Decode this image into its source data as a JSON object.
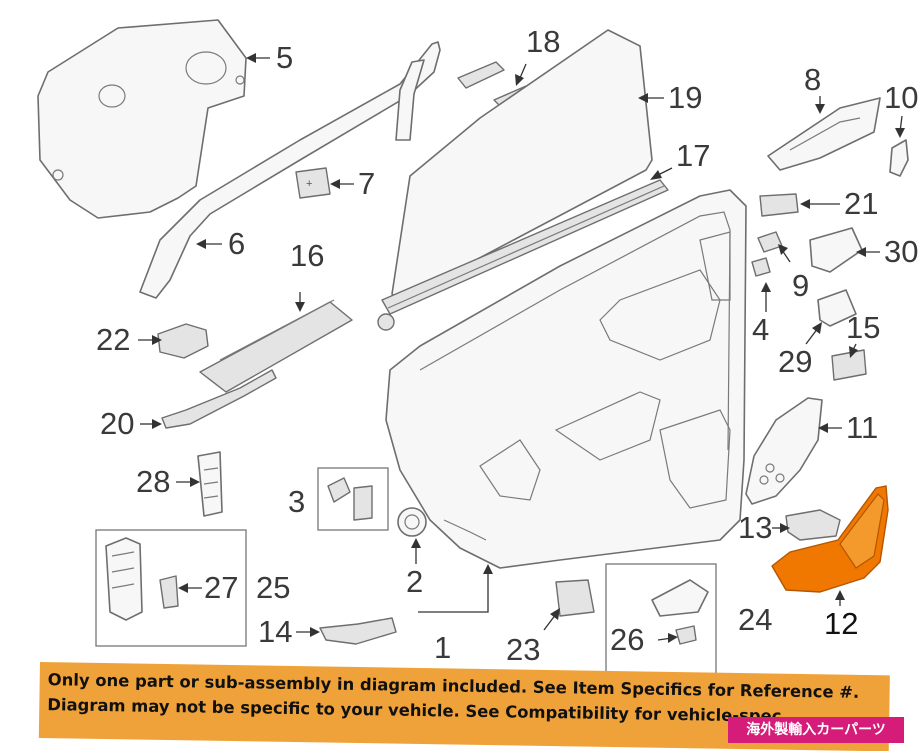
{
  "callouts": {
    "c1": "1",
    "c2": "2",
    "c3": "3",
    "c4": "4",
    "c5": "5",
    "c6": "6",
    "c7": "7",
    "c8": "8",
    "c9": "9",
    "c10": "10",
    "c11": "11",
    "c12": "12",
    "c13": "13",
    "c14": "14",
    "c15": "15",
    "c16": "16",
    "c17": "17",
    "c18": "18",
    "c19": "19",
    "c20": "20",
    "c21": "21",
    "c22": "22",
    "c23": "23",
    "c24": "24",
    "c25": "25",
    "c26": "26",
    "c27": "27",
    "c28": "28",
    "c29": "29",
    "c30": "30"
  },
  "highlighted_part": "12",
  "colors": {
    "highlight": "#f07800",
    "banner": "#f0a23a",
    "watermark": "#d41c78",
    "lines": "#6e6e6e"
  },
  "banner": {
    "line1": "Only one part or sub-assembly in diagram included. See Item Specifics for Reference #.",
    "line2": "Diagram may not be specific to your vehicle. See Compatibility for vehicle-spec"
  },
  "watermark": "海外製輸入カーパーツ"
}
